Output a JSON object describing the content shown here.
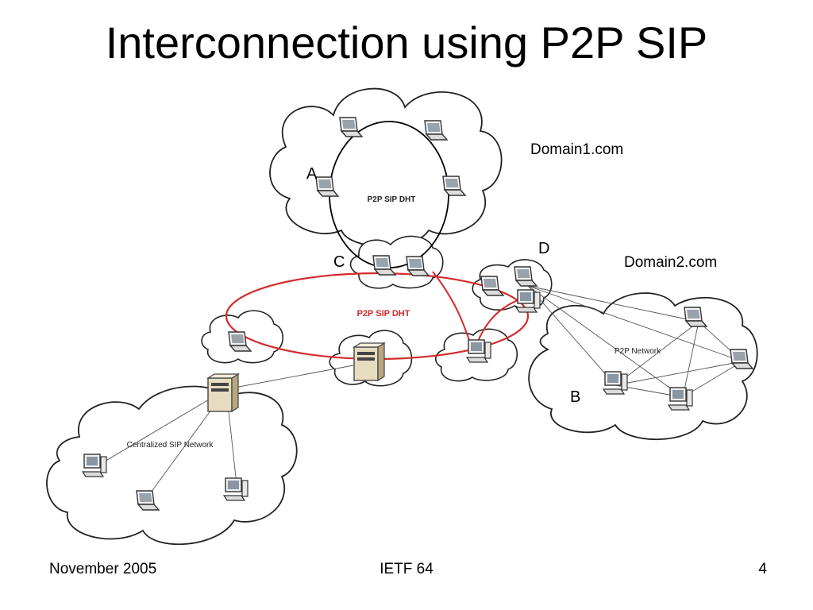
{
  "slide": {
    "title": "Interconnection using P2P SIP"
  },
  "diagram": {
    "domain1_label": "Domain1.com",
    "domain2_label": "Domain2.com",
    "inner_dht_label": "P2P SIP DHT",
    "outer_dht_label": "P2P SIP DHT",
    "p2p_network_label": "P2P Network",
    "centralized_label": "Centralized SIP Network",
    "node_a": "A",
    "node_b": "B",
    "node_c": "C",
    "node_d": "D",
    "colors": {
      "dht_ring": "#d42a2a",
      "inner_ring": "#000000",
      "links": "#555555",
      "cloud_fill": "#ffffff",
      "cloud_stroke": "#222222"
    }
  },
  "footer": {
    "date": "November 2005",
    "event": "IETF 64",
    "page": "4"
  }
}
